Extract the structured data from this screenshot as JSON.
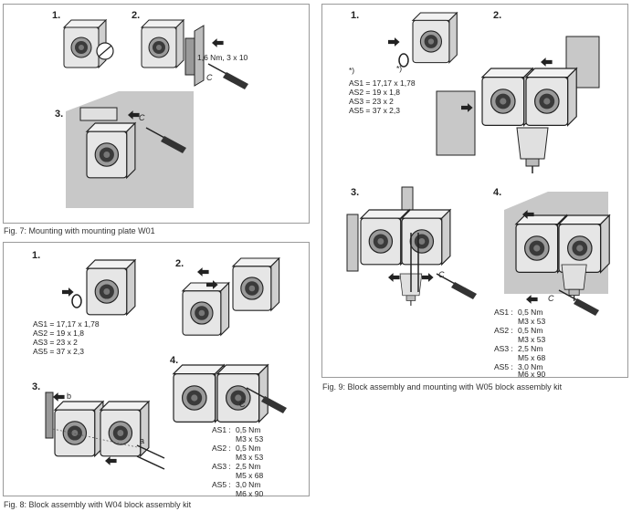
{
  "fig7": {
    "caption": "Fig. 7: Mounting with mounting plate W01",
    "steps": [
      "1.",
      "2.",
      "3."
    ],
    "torque": "1,6 Nm, 3 x 10",
    "tool_symbol": "C"
  },
  "fig8": {
    "caption": "Fig. 8: Block assembly with W04 block assembly kit",
    "steps": [
      "1.",
      "2.",
      "3.",
      "4."
    ],
    "seals": [
      "AS1 = 17,17 x 1,78",
      "AS2 = 19 x 1,8",
      "AS3 = 23 x 2",
      "AS5 = 37 x 2,3"
    ],
    "label_a": "a",
    "label_b": "b",
    "tool_symbol": "C",
    "screws": [
      {
        "size": "AS1 :",
        "torque": "0,5 Nm",
        "screw": "M3 x 53"
      },
      {
        "size": "AS2 :",
        "torque": "0,5 Nm",
        "screw": "M3 x 53"
      },
      {
        "size": "AS3 :",
        "torque": "2,5 Nm",
        "screw": "M5 x 68"
      },
      {
        "size": "AS5 :",
        "torque": "3,0 Nm",
        "screw": "M6 x 90"
      }
    ]
  },
  "fig9": {
    "caption": "Fig. 9: Block assembly and mounting with W05 block assembly kit",
    "steps": [
      "1.",
      "2.",
      "3.",
      "4."
    ],
    "footnote_mark": "*)",
    "seals": [
      "AS1 = 17,17 x 1,78",
      "AS2 = 19 x 1,8",
      "AS3 = 23 x 2",
      "AS5 = 37 x 2,3"
    ],
    "tool_symbol": "C",
    "screws": [
      {
        "size": "AS1 :",
        "torque": "0,5 Nm",
        "screw": "M3 x 53"
      },
      {
        "size": "AS2 :",
        "torque": "0,5 Nm",
        "screw": "M3 x 53"
      },
      {
        "size": "AS3 :",
        "torque": "2,5 Nm",
        "screw": "M5 x 68"
      },
      {
        "size": "AS5 :",
        "torque": "3,0 Nm",
        "screw": "M6 x 90"
      }
    ]
  }
}
